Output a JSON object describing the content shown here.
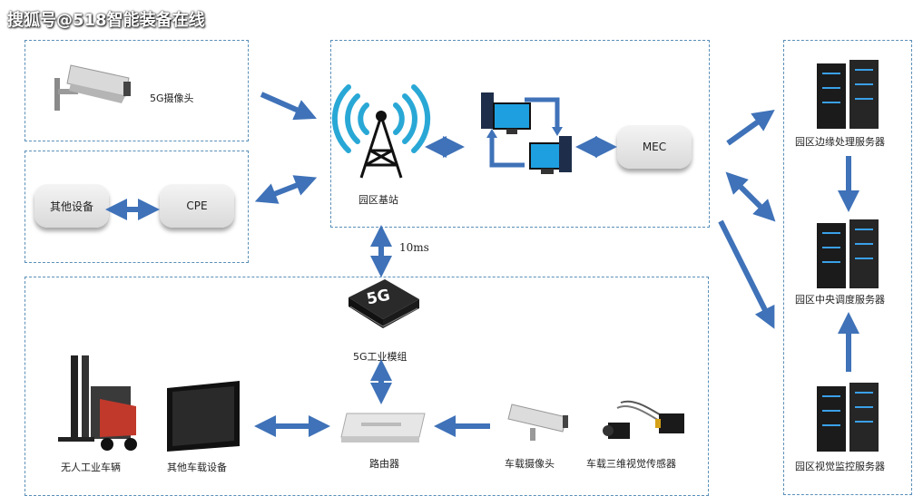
{
  "watermark": "搜狐号@518智能装备在线",
  "nodes": {
    "camera_5g": "5G摄像头",
    "other_device": "其他设备",
    "cpe": "CPE",
    "base_station": "园区基站",
    "mec": "MEC",
    "latency": "10ms",
    "module_5g": "5G工业模组",
    "module_chip_text": "5G",
    "agv": "无人工业车辆",
    "other_vehicle_device": "其他车载设备",
    "router": "路由器",
    "vehicle_camera": "车载摄像头",
    "vision_sensor": "车载三维视觉传感器",
    "edge_server": "园区边缘处理服务器",
    "central_server": "园区中央调度服务器",
    "monitor_server": "园区视觉监控服务器"
  },
  "colors": {
    "arrow": "#3f72b8",
    "border": "#5a8fb8",
    "wifi": "#29a8d6"
  }
}
